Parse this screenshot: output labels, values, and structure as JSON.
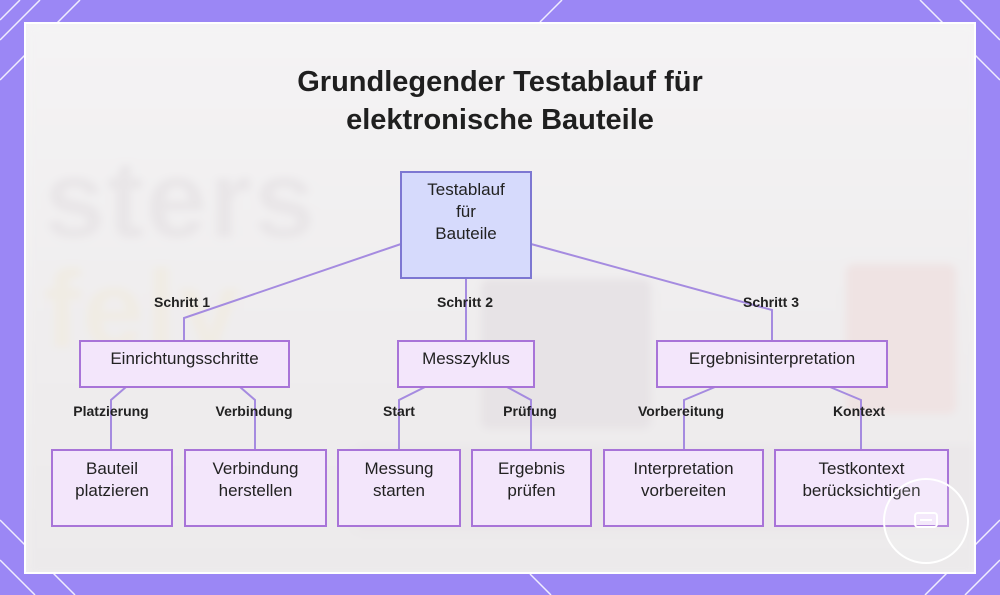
{
  "title": {
    "line1": "Grundlegender Testablauf für",
    "line2": "elektronische Bauteile"
  },
  "background_words": [
    "sters",
    "fely"
  ],
  "nodes": {
    "root": [
      "Testablauf",
      "für",
      "Bauteile"
    ],
    "einrichtung": "Einrichtungsschritte",
    "messzyklus": "Messzyklus",
    "ergebnis": "Ergebnisinterpretation",
    "bauteil_platzieren": [
      "Bauteil",
      "platzieren"
    ],
    "verbindung_herstellen": [
      "Verbindung",
      "herstellen"
    ],
    "messung_starten": [
      "Messung",
      "starten"
    ],
    "ergebnis_pruefen": [
      "Ergebnis",
      "prüfen"
    ],
    "interpretation_vorbereiten": [
      "Interpretation",
      "vorbereiten"
    ],
    "testkontext": [
      "Testkontext",
      "berücksichtigen"
    ]
  },
  "edge_labels": {
    "schritt1": "Schritt 1",
    "schritt2": "Schritt 2",
    "schritt3": "Schritt 3",
    "platzierung": "Platzierung",
    "verbindung": "Verbindung",
    "start": "Start",
    "pruefung": "Prüfung",
    "vorbereitung": "Vorbereitung",
    "kontext": "Kontext"
  },
  "colors": {
    "frame": "#9b87f5",
    "panel": "#f3f2f3",
    "root_fill": "#d6dafc",
    "root_border": "#7d77d2",
    "node_fill": "#f3e6fb",
    "node_border": "#a874d8",
    "edge": "#a58be0"
  },
  "icons": {
    "corner_widget": "chat-icon"
  }
}
